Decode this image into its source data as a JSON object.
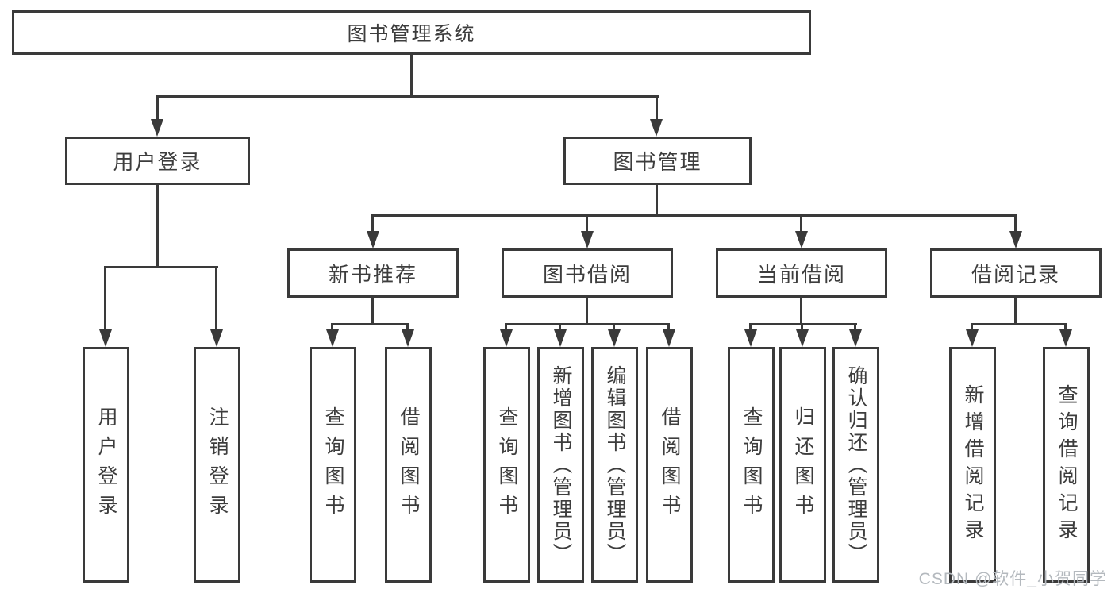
{
  "diagram": {
    "root": {
      "label": "图书管理系统"
    },
    "level2": [
      {
        "label": "用户登录"
      },
      {
        "label": "图书管理"
      }
    ],
    "level3": [
      {
        "label": "新书推荐"
      },
      {
        "label": "图书借阅"
      },
      {
        "label": "当前借阅"
      },
      {
        "label": "借阅记录"
      }
    ],
    "leaves": {
      "user_login": [
        "用户登录",
        "注销登录"
      ],
      "new_book": [
        "查询图书",
        "借阅图书"
      ],
      "book_borrow": [
        "查询图书",
        "新增图书（管理员）",
        "编辑图书（管理员）",
        "借阅图书"
      ],
      "current_borrow": [
        "查询图书",
        "归还图书",
        "确认归还（管理员）"
      ],
      "borrow_record": [
        "新增借阅记录",
        "查询借阅记录"
      ]
    }
  },
  "watermark": {
    "text": "CSDN @软件_小贺同学"
  },
  "colors": {
    "line": "#3a3a3a",
    "text": "#3d3d3d",
    "background": "#ffffff",
    "watermark": "#b4b9be"
  }
}
